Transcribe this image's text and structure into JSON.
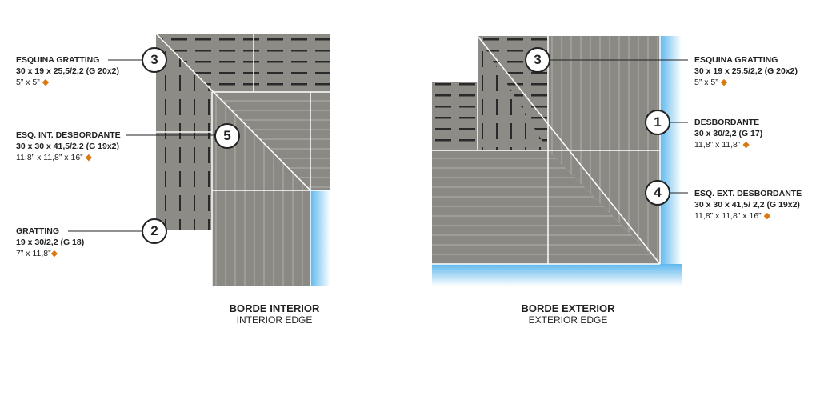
{
  "interior": {
    "title": "BORDE INTERIOR",
    "subtitle": "INTERIOR EDGE",
    "labels": [
      {
        "num": "3",
        "name": "ESQUINA GRATTING",
        "spec": "30 x 19 x 25,5/2,2 (G 20x2)",
        "size": "5” x 5”"
      },
      {
        "num": "5",
        "name": "ESQ. INT. DESBORDANTE",
        "spec": "30 x 30 x 41,5/2,2 (G 19x2)",
        "size": "11,8” x 11,8” x 16”"
      },
      {
        "num": "2",
        "name": "GRATTING",
        "spec": "19 x 30/2,2 (G 18)",
        "size": "7” x 11,8”"
      }
    ]
  },
  "exterior": {
    "title": "BORDE EXTERIOR",
    "subtitle": "EXTERIOR EDGE",
    "labels": [
      {
        "num": "3",
        "name": "ESQUINA GRATTING",
        "spec": "30 x 19 x 25,5/2,2 (G 20x2)",
        "size": "5” x 5”"
      },
      {
        "num": "1",
        "name": "DESBORDANTE",
        "spec": "30 x 30/2,2 (G 17)",
        "size": "11,8” x 11,8”"
      },
      {
        "num": "4",
        "name": "ESQ. EXT. DESBORDANTE",
        "spec": "30 x 30 x 41,5/ 2,2 (G 19x2)",
        "size": "11,8” x 11,8” x 16”"
      }
    ]
  },
  "diamond": "◆",
  "colors": {
    "tile": "#8a8883",
    "water": "#7fc8f0",
    "accent": "#d97a10"
  }
}
